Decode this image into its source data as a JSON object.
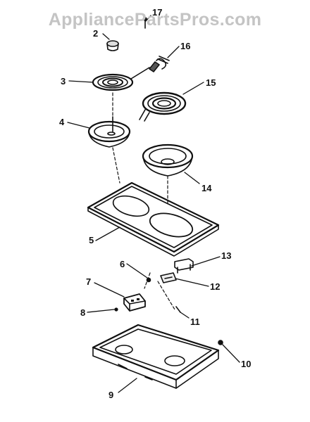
{
  "watermark": "AppliancePartsPros.com",
  "callouts": {
    "c2": "2",
    "c3": "3",
    "c4": "4",
    "c5": "5",
    "c6": "6",
    "c7": "7",
    "c8": "8",
    "c9": "9",
    "c10": "10",
    "c11": "11",
    "c12": "12",
    "c13": "13",
    "c14": "14",
    "c15": "15",
    "c16": "16",
    "c17": "17"
  },
  "colors": {
    "ink": "#111111",
    "watermark": "#c4c4c4",
    "background": "#ffffff"
  }
}
